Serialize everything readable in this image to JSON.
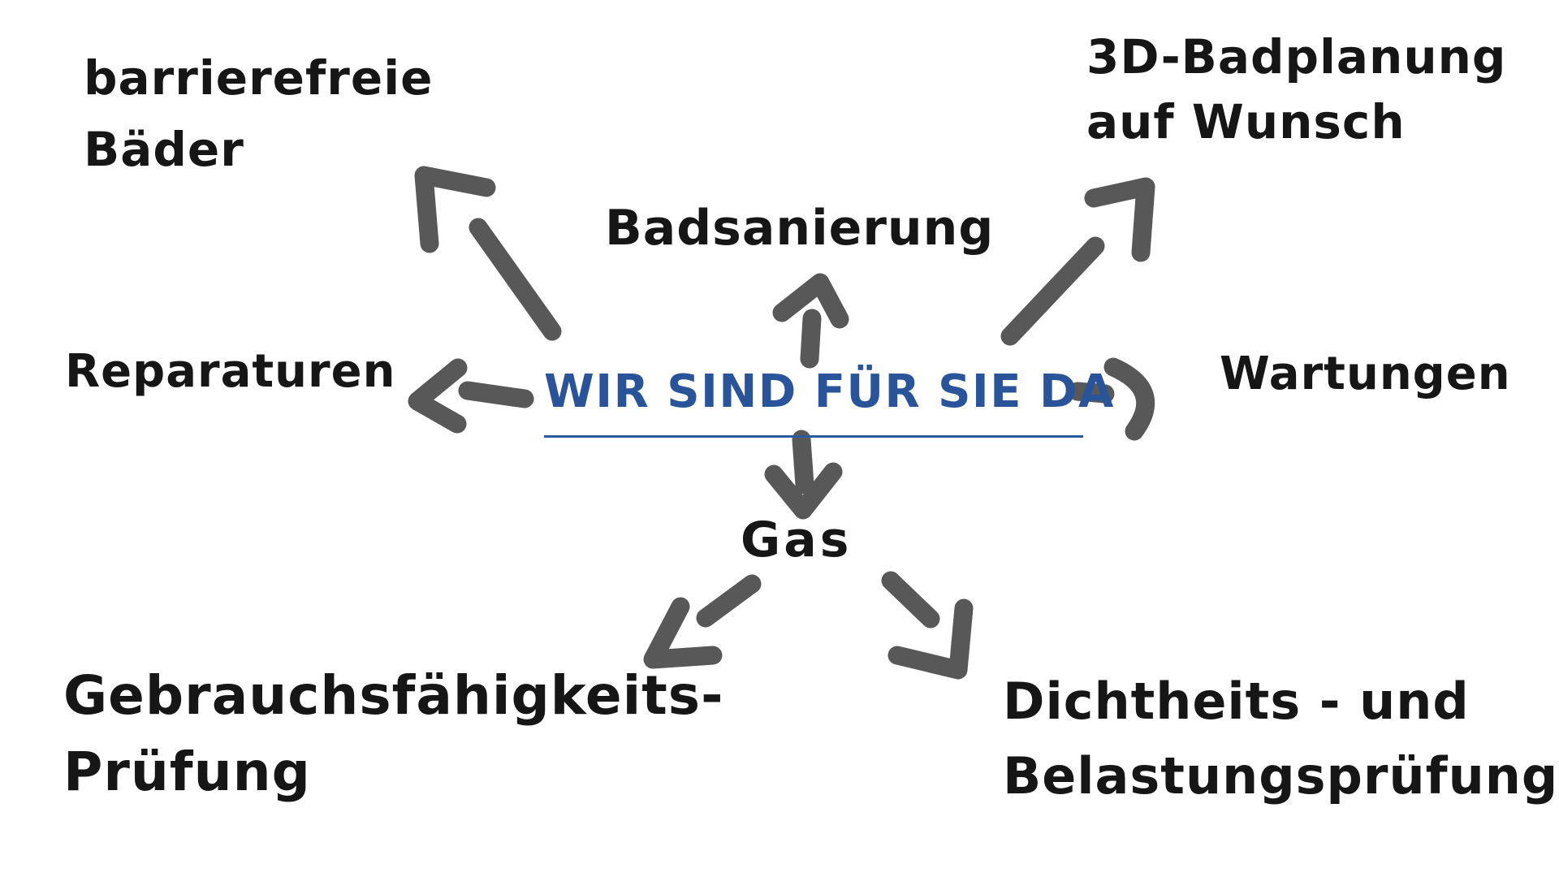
{
  "diagram_type": "mindmap",
  "colors": {
    "background": "#ffffff",
    "center_text": "#2a5499",
    "center_underline": "#2a5ba0",
    "arrow": "#585858",
    "label_text": "#161616"
  },
  "center": {
    "label": "WIR SIND FÜR SIE DA"
  },
  "nodes": {
    "barrierefreie_baeder": {
      "line1": "barrierefreie",
      "line2": "Bäder"
    },
    "badplanung": {
      "line1": "3D-Badplanung",
      "line2": "auf Wunsch"
    },
    "badsanierung": {
      "line1": "Badsanierung"
    },
    "reparaturen": {
      "line1": "Reparaturen"
    },
    "wartungen": {
      "line1": "Wartungen"
    },
    "gas": {
      "line1": "Gas"
    },
    "gebrauchsfaehigkeitspruefung": {
      "line1": "Gebrauchsfähigkeits-",
      "line2": "Prüfung"
    },
    "dichtheits_belastungspruefung": {
      "line1": "Dichtheits - und",
      "line2": "Belastungsprüfung"
    }
  },
  "arrows": [
    {
      "name": "arrow-up-left-icon",
      "direction": "up-left",
      "points_to": "barrierefreie Bäder"
    },
    {
      "name": "arrow-up-icon",
      "direction": "up",
      "points_to": "Badsanierung"
    },
    {
      "name": "arrow-up-right-icon",
      "direction": "up-right",
      "points_to": "3D-Badplanung auf Wunsch"
    },
    {
      "name": "arrow-left-icon",
      "direction": "left",
      "points_to": "Reparaturen"
    },
    {
      "name": "arrow-right-icon",
      "direction": "right",
      "points_to": "Wartungen"
    },
    {
      "name": "arrow-down-icon",
      "direction": "down",
      "points_to": "Gas"
    },
    {
      "name": "arrow-down-left-icon",
      "direction": "down-left",
      "points_to": "Gebrauchsfähigkeits-Prüfung"
    },
    {
      "name": "arrow-down-right-icon",
      "direction": "down-right",
      "points_to": "Dichtheits - und Belastungsprüfung"
    }
  ]
}
